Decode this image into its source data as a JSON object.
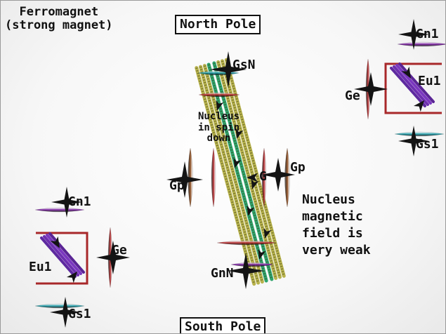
{
  "colors": {
    "gn": "#7b1fa2",
    "gs": "#1a9aa6",
    "ge_gp": "#b5282a",
    "gp_brown": "#8b4a1c",
    "bracket": "#a8282a",
    "eu_violet": "#5e2aa0",
    "filament_olive": "#b7b24c",
    "filament_green": "#2ea36b",
    "arrow": "#141414"
  },
  "labels": {
    "ferromagnet": "Ferromagnet\n(strong magnet)",
    "north_pole": "North Pole",
    "south_pole": "South Pole",
    "nucleus": "Nucleus\nin spin\ndown",
    "nucleus_field": "Nucleus\nmagnetic\nfield is\nvery weak",
    "gsn": "GsN",
    "gnn": "GnN",
    "g": "G",
    "gp_left": "Gp",
    "gp_right": "Gp",
    "tr_gn1": "Gn1",
    "tr_eu1": "Eu1",
    "tr_ge": "Ge",
    "tr_gs1": "Gs1",
    "bl_gn1": "Gn1",
    "bl_eu1": "Eu1",
    "bl_ge": "Ge",
    "bl_gs1": "Gs1"
  },
  "icons": {
    "compass_star": "four-point-arrow-star",
    "filament_bundle": "helical-filament-bundle"
  }
}
